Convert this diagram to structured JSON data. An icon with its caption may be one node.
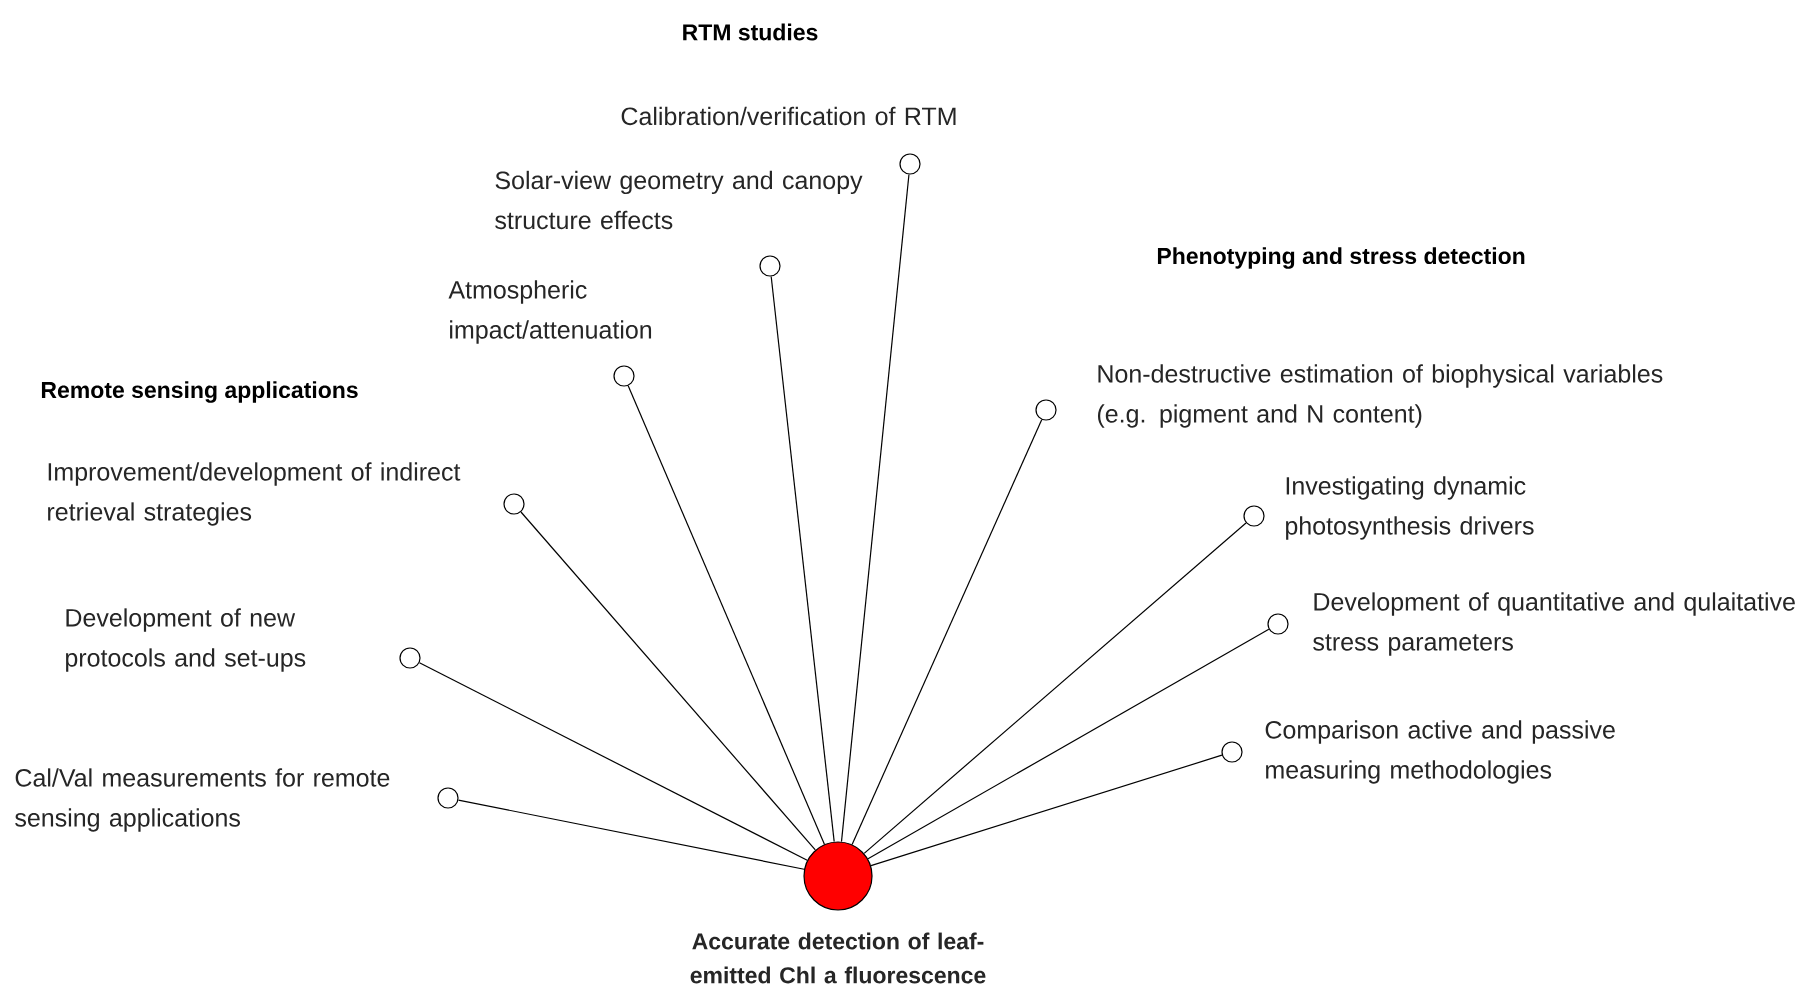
{
  "diagram": {
    "nodes": [
      {
        "text": [],
        "shape": "circle",
        "beside": [
          "Accurate detection of leaf-emitted Chl a fluorescence"
        ]
      },
      {
        "text": [],
        "shape": "circle",
        "beside": [
          "Cal/Val measurements for remote sensing applications"
        ]
      },
      {
        "text": [],
        "shape": "circle",
        "beside": [
          "Development of new protocols and set-ups"
        ]
      },
      {
        "text": [],
        "shape": "circle",
        "beside": [
          "Improvement/development of indirect retrieval strategies"
        ]
      },
      {
        "text": [],
        "shape": "circle",
        "beside": [
          "Atmospheric impact/attenuation"
        ]
      },
      {
        "text": [],
        "shape": "circle",
        "beside": [
          "Solar-view geometry and canopy structure effects"
        ]
      },
      {
        "text": [],
        "shape": "circle",
        "beside": [
          "Calibration/verification of RTM"
        ]
      },
      {
        "text": [],
        "shape": "circle",
        "beside": [
          "Non-destructive estimation of biophysical variables (e.g. pigment and N content)"
        ]
      },
      {
        "text": [],
        "shape": "circle",
        "beside": [
          "Investigating dynamic photosynthesis drivers"
        ]
      },
      {
        "text": [],
        "shape": "circle",
        "beside": [
          "Development of quantitative and qulaitative stress parameters"
        ]
      },
      {
        "text": [],
        "shape": "circle",
        "beside": [
          "Comparison active and passive measuring methodologies"
        ]
      }
    ],
    "edges": [
      {
        "from": 0,
        "to": 1,
        "arrow": "none"
      },
      {
        "from": 0,
        "to": 2,
        "arrow": "none"
      },
      {
        "from": 0,
        "to": 3,
        "arrow": "none"
      },
      {
        "from": 0,
        "to": 4,
        "arrow": "none"
      },
      {
        "from": 0,
        "to": 5,
        "arrow": "none"
      },
      {
        "from": 0,
        "to": 6,
        "arrow": "none"
      },
      {
        "from": 0,
        "to": 7,
        "arrow": "none"
      },
      {
        "from": 0,
        "to": 8,
        "arrow": "none"
      },
      {
        "from": 0,
        "to": 9,
        "arrow": "none"
      },
      {
        "from": 0,
        "to": 10,
        "arrow": "none"
      }
    ],
    "labels": [
      "RTM studies",
      "Phenotyping and stress detection",
      "Remote sensing applications"
    ]
  }
}
